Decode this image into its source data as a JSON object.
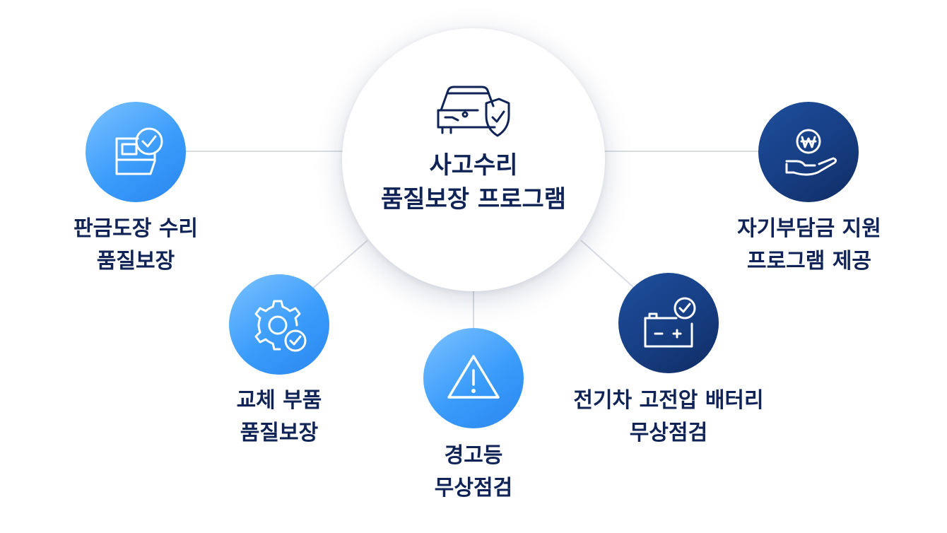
{
  "center": {
    "title_line1": "사고수리",
    "title_line2": "품질보장 프로그램",
    "icon": "car-shield-check-icon"
  },
  "nodes": [
    {
      "id": "panel",
      "label_line1": "판금도장 수리",
      "label_line2": "품질보장",
      "icon": "door-check-icon",
      "style": "light"
    },
    {
      "id": "parts",
      "label_line1": "교체 부품",
      "label_line2": "품질보장",
      "icon": "gear-check-icon",
      "style": "light"
    },
    {
      "id": "warning",
      "label_line1": "경고등",
      "label_line2": "무상점검",
      "icon": "warning-triangle-icon",
      "style": "light"
    },
    {
      "id": "battery",
      "label_line1": "전기차 고전압 배터리",
      "label_line2": "무상점검",
      "icon": "battery-check-icon",
      "style": "dark"
    },
    {
      "id": "deductible",
      "label_line1": "자기부담금 지원",
      "label_line2": "프로그램 제공",
      "icon": "won-hand-icon",
      "style": "dark"
    }
  ],
  "colors": {
    "text": "#0f2356",
    "light_node": "#3b9cfb",
    "dark_node": "#173f85",
    "connector": "#d9dde3"
  }
}
